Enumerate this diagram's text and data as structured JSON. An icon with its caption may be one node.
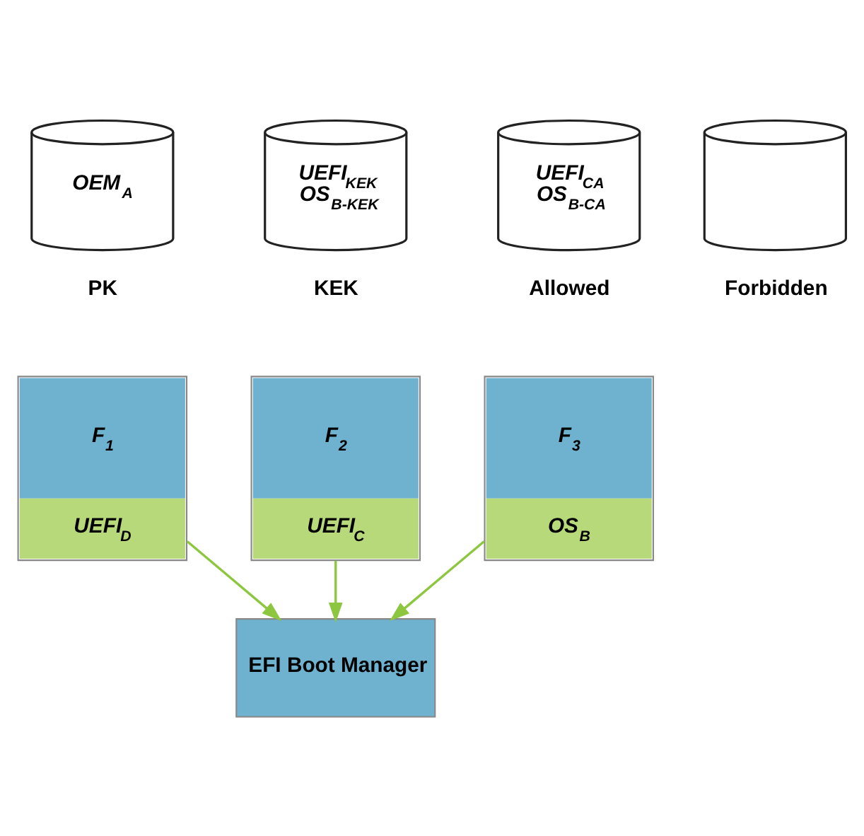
{
  "diagram": {
    "nodes": [
      {
        "text": [
          "OEM$_{A}$"
        ],
        "beside": [
          "PK"
        ]
      },
      {
        "text": [
          "UEFI$_{KEK}$",
          "OS$_{B-KEK}$"
        ],
        "beside": [
          "KEK"
        ]
      },
      {
        "text": [
          "UEFI$_{CA}$",
          "OS$_{B-CA}$"
        ],
        "beside": [
          "Allowed"
        ]
      },
      {
        "text": [],
        "shape": "cylinder",
        "beside": [
          "Forbidden"
        ]
      },
      {
        "text": [
          "F$_{1}$",
          "UEFI$_{D}$"
        ]
      },
      {
        "text": [
          "F$_{2}$",
          "UEFI$_{C}$"
        ]
      },
      {
        "text": [
          "F$_{3}$",
          "OS$_{B}$"
        ]
      },
      {
        "text": [
          "EFI Boot Manager"
        ]
      }
    ],
    "edges": [
      {
        "from": 4,
        "to": 7,
        "arrow": "to"
      },
      {
        "from": 5,
        "to": 7,
        "arrow": "to"
      },
      {
        "from": 6,
        "to": 7,
        "arrow": "to"
      }
    ]
  }
}
